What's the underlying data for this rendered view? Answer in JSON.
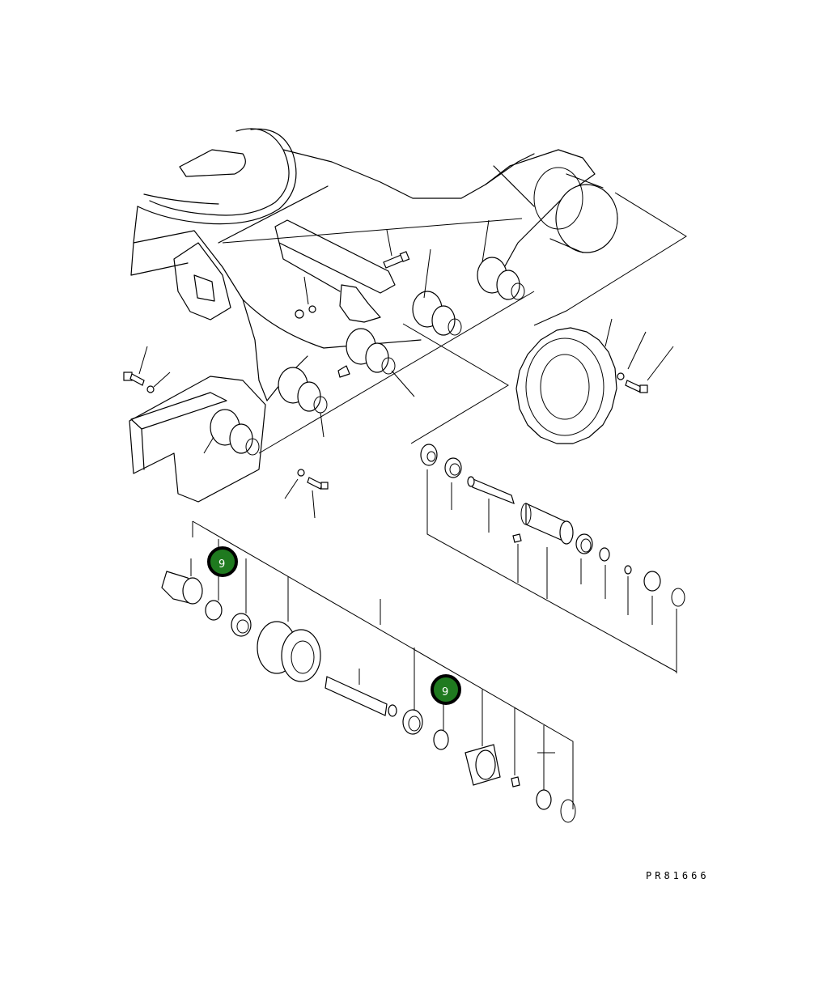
{
  "diagram": {
    "drawing_code": "PR81666",
    "callouts": [
      {
        "label": "9",
        "color": "#1f7a1f"
      },
      {
        "label": "9",
        "color": "#1f7a1f"
      }
    ]
  }
}
